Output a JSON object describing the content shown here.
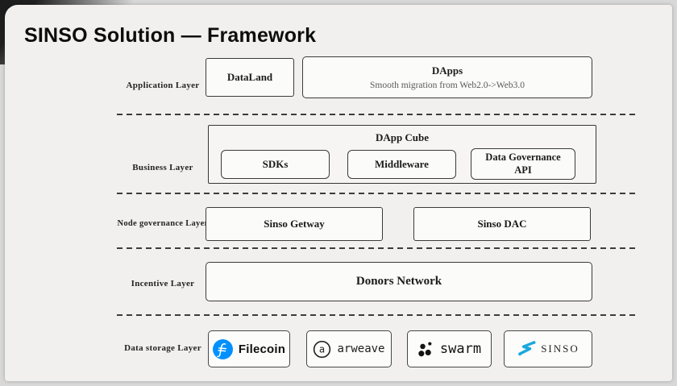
{
  "title": "SINSO Solution — Framework",
  "layers": [
    {
      "label": "Application Layer",
      "boxes": [
        {
          "title": "DataLand"
        },
        {
          "title": "DApps",
          "subtitle": "Smooth migration from Web2.0->Web3.0"
        }
      ]
    },
    {
      "label": "Business Layer",
      "group": {
        "title": "DApp Cube",
        "boxes": [
          {
            "title": "SDKs"
          },
          {
            "title": "Middleware"
          },
          {
            "title": "Data Governance API"
          }
        ]
      }
    },
    {
      "label": "Node governance Layer",
      "boxes": [
        {
          "title": "Sinso Getway"
        },
        {
          "title": "Sinso DAC"
        }
      ]
    },
    {
      "label": "Incentive Layer",
      "boxes": [
        {
          "title": "Donors Network"
        }
      ]
    },
    {
      "label": "Data storage Layer",
      "boxes": [
        {
          "title": "Filecoin",
          "icon": "filecoin-icon"
        },
        {
          "title": "arweave",
          "icon": "arweave-icon"
        },
        {
          "title": "swarm",
          "icon": "swarm-icon"
        },
        {
          "title": "SINSO",
          "icon": "sinso-icon"
        }
      ]
    }
  ],
  "colors": {
    "filecoin_blue": "#0090FF",
    "sinso_blue": "#1BA7E0",
    "swarm_black": "#141414",
    "arweave_black": "#222222"
  }
}
